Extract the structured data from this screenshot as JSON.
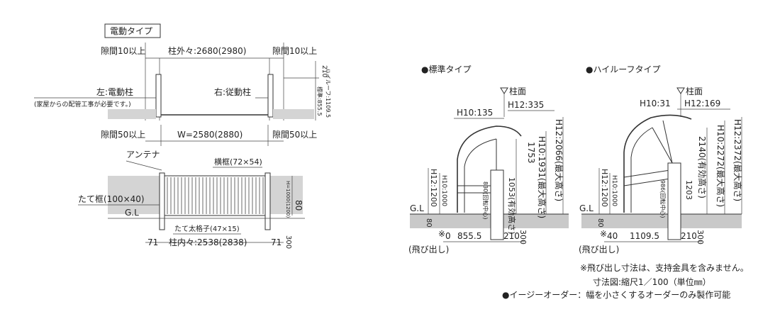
{
  "top_plan": {
    "type_label": "電動タイプ",
    "gap_top_left": "隙間10以上",
    "gap_top_right": "隙間10以上",
    "pillar_outer": "柱外々:2680(2980)",
    "left_pillar": "左:電動柱",
    "left_pillar_note": "(家屋からの配管工事が必要です。)",
    "right_pillar": "右:従動柱",
    "dim_210": "210",
    "std_855": "標準:855.5",
    "highroof_1109": "ハイルーフ:1109.5",
    "gap_bottom_left": "隙間50以上",
    "gap_bottom_right": "隙間50以上",
    "width": "W=2580(2880)"
  },
  "front_elev": {
    "antenna": "アンテナ",
    "side_frame": "横框(72×54)",
    "vertical_frame": "たて框(100×40)",
    "gl": "G.L",
    "vertical_bars": "たて太格子(47×15)",
    "h_label": "H=1000(1200)",
    "dim_80": "80",
    "dim_71_left": "71",
    "dim_71_right": "71",
    "dim_300": "300",
    "pillar_inner": "柱内々:2538(2838)"
  },
  "standard": {
    "title": "●標準タイプ",
    "pillar_face": "柱面",
    "h10": "H10:135",
    "h12": "H12:335",
    "h12_1200": "H12:1200",
    "h10_1000": "H10:1000",
    "gl": "G.L",
    "dim_80": "80",
    "roller_center": "830(回転中心)",
    "eff_height": "1053(有効高さ)",
    "h10_max": "1753",
    "h10_max2": "H10:1931(最大高さ)",
    "h12_max": "H12:2066(最大高さ)",
    "note_mark": "※",
    "dim_0": "0",
    "dim_855": "855.5",
    "dim_210": "210",
    "dim_300": "300",
    "overhang": "(飛び出し)"
  },
  "highroof": {
    "title": "●ハイルーフタイプ",
    "pillar_face": "柱面",
    "h10": "H10:31",
    "h12": "H12:169",
    "h12_1200": "H12:1200",
    "h10_1000": "H10:1000",
    "gl": "G.L",
    "dim_80": "80",
    "roller_center": "986(回転中心)",
    "eff_height": "1203",
    "eff_label": "2140(有効高さ)",
    "h10_max": "H10:2272(最大高さ)",
    "h12_max": "H12:2372(最大高さ)",
    "note_mark": "※",
    "dim_40": "40",
    "dim_1109": "1109.5",
    "dim_210": "210",
    "dim_300": "300",
    "overhang": "(飛び出し)"
  },
  "notes": {
    "n1": "※飛び出し寸法は、支持金具を含みません。",
    "n2": "寸法図:縮尺1／100（単位㎜）",
    "n3": "●イージーオーダー：幅を小さくするオーダーのみ製作可能"
  }
}
